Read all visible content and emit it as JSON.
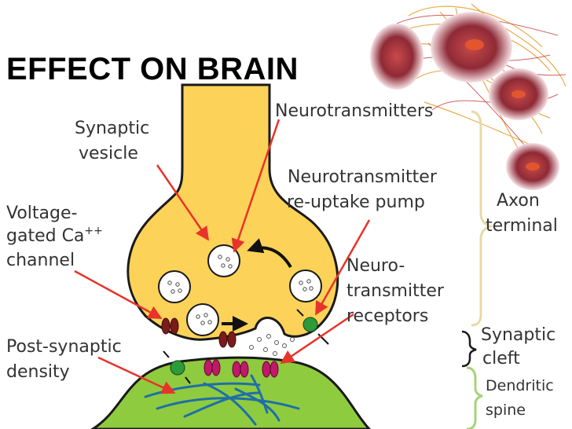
{
  "title": "EFFECT ON BRAIN",
  "labels": {
    "synaptic_vesicle": [
      "Synaptic",
      "vesicle"
    ],
    "neurotransmitters": "Neurotransmitters",
    "reuptake_pump": [
      "Neurotransmitter",
      "re-uptake pump"
    ],
    "voltage_gated": [
      "Voltage-",
      "gated Ca",
      "++",
      "channel"
    ],
    "axon_terminal": [
      "Axon",
      "terminal"
    ],
    "nt_receptors": [
      "Neuro-",
      "transmitter",
      "receptors"
    ],
    "synaptic_cleft": [
      "Synaptic",
      "cleft"
    ],
    "post_synaptic_density": [
      "Post-synaptic",
      "density"
    ],
    "dendritic_spine": [
      "Dendritic",
      "spine"
    ]
  },
  "colors": {
    "axon_fill": "#fcd258",
    "axon_stroke": "#1a1a1a",
    "dendrite_fill": "#8fcb3e",
    "arrow_red": "#e8332a",
    "brace_tan": "#e8d9a6",
    "brace_green": "#a6d27a",
    "channel": "#7a1c1c",
    "receptor": "#c2186b",
    "pump": "#2e9a3a",
    "fiber_blue": "#1e6fa8"
  }
}
